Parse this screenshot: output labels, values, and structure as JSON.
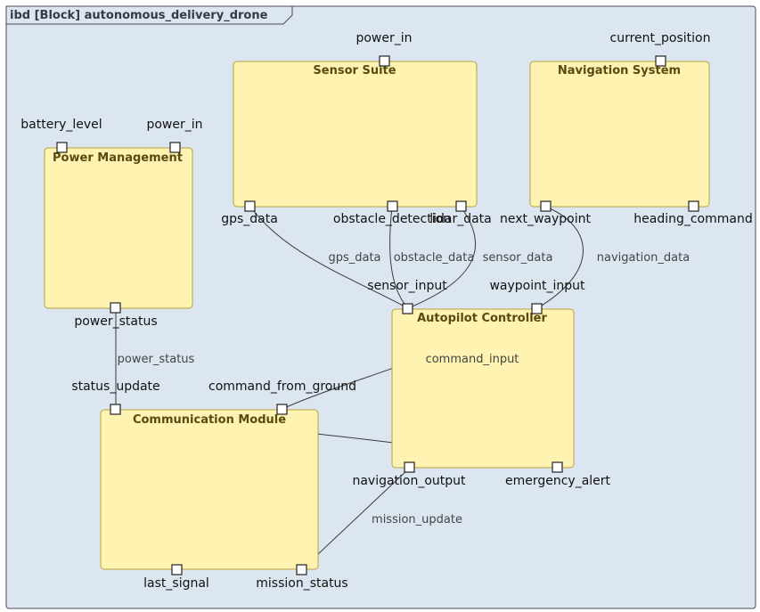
{
  "frame": {
    "title": "ibd [Block] autonomous_delivery_drone"
  },
  "blocks": {
    "sensor_suite": {
      "name": "Sensor Suite"
    },
    "navigation_system": {
      "name": "Navigation System"
    },
    "power_management": {
      "name": "Power Management"
    },
    "autopilot_controller": {
      "name": "Autopilot Controller"
    },
    "communication_module": {
      "name": "Communication Module"
    }
  },
  "ports": {
    "sensor_power_in": "power_in",
    "nav_current_position": "current_position",
    "pm_battery_level": "battery_level",
    "pm_power_in": "power_in",
    "sensor_gps_data": "gps_data",
    "sensor_obstacle_detection": "obstacle_detection",
    "sensor_lidar_data": "lidar_data",
    "nav_next_waypoint": "next_waypoint",
    "nav_heading_command": "heading_command",
    "pm_power_status": "power_status",
    "ap_sensor_input": "sensor_input",
    "ap_waypoint_input": "waypoint_input",
    "cm_status_update": "status_update",
    "cm_command_from_ground": "command_from_ground",
    "ap_navigation_output": "navigation_output",
    "ap_emergency_alert": "emergency_alert",
    "cm_last_signal": "last_signal",
    "cm_mission_status": "mission_status"
  },
  "connections": {
    "gps_data": "gps_data",
    "obstacle_data": "obstacle_data",
    "sensor_data": "sensor_data",
    "navigation_data": "navigation_data",
    "power_status": "power_status",
    "command_input": "command_input",
    "mission_update": "mission_update"
  }
}
